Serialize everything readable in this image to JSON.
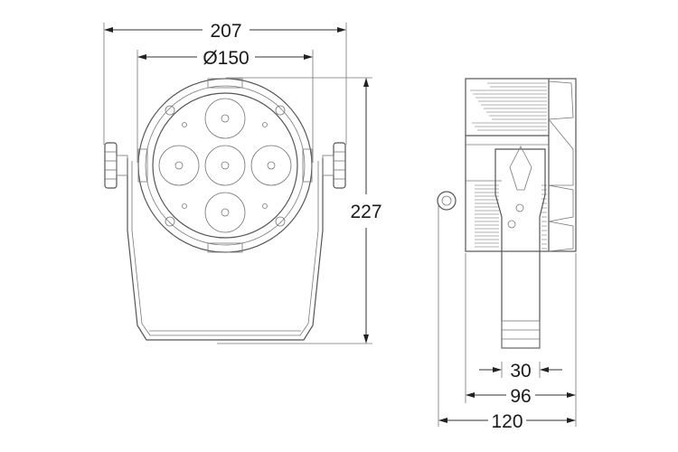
{
  "diagram": {
    "front_view": {
      "overall_width": "207",
      "lens_diameter": "Ø150",
      "height": "227",
      "led_count": 5
    },
    "side_view": {
      "bracket_width": "30",
      "body_depth": "96",
      "overall_depth": "120"
    }
  }
}
